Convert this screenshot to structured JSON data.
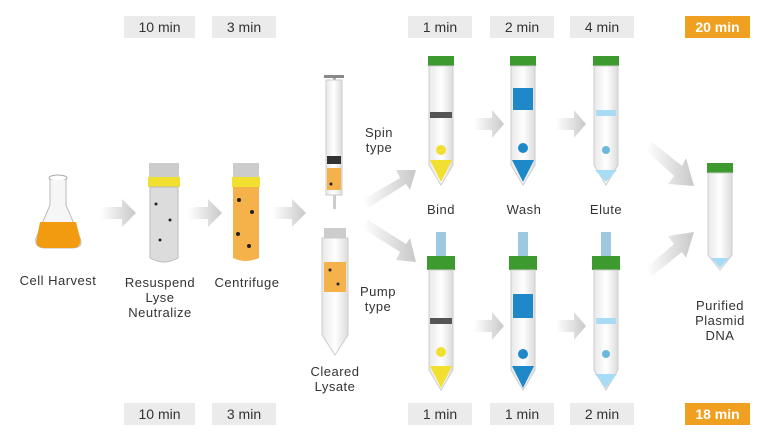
{
  "top_times": [
    "10 min",
    "3 min",
    "1 min",
    "2 min",
    "4 min"
  ],
  "top_total": "20 min",
  "bottom_times": [
    "10 min",
    "3 min",
    "1 min",
    "1 min",
    "2 min"
  ],
  "bottom_total": "18 min",
  "steps": {
    "cell_harvest": "Cell Harvest",
    "resuspend": [
      "Resuspend",
      "Lyse",
      "Neutralize"
    ],
    "centrifuge": "Centrifuge",
    "cleared_lysate": "Cleared Lysate",
    "spin_type": "Spin type",
    "pump_type": "Pump type",
    "bind": "Bind",
    "wash": "Wash",
    "elute": "Elute",
    "purified": [
      "Purified",
      "Plasmid",
      "DNA"
    ]
  },
  "colors": {
    "orange": "#f0a020",
    "green": "#3d9a2e",
    "yellow": "#f2e030",
    "blue": "#1e88c8",
    "lightblue": "#a8dcf5",
    "badge": "#ebebeb"
  }
}
